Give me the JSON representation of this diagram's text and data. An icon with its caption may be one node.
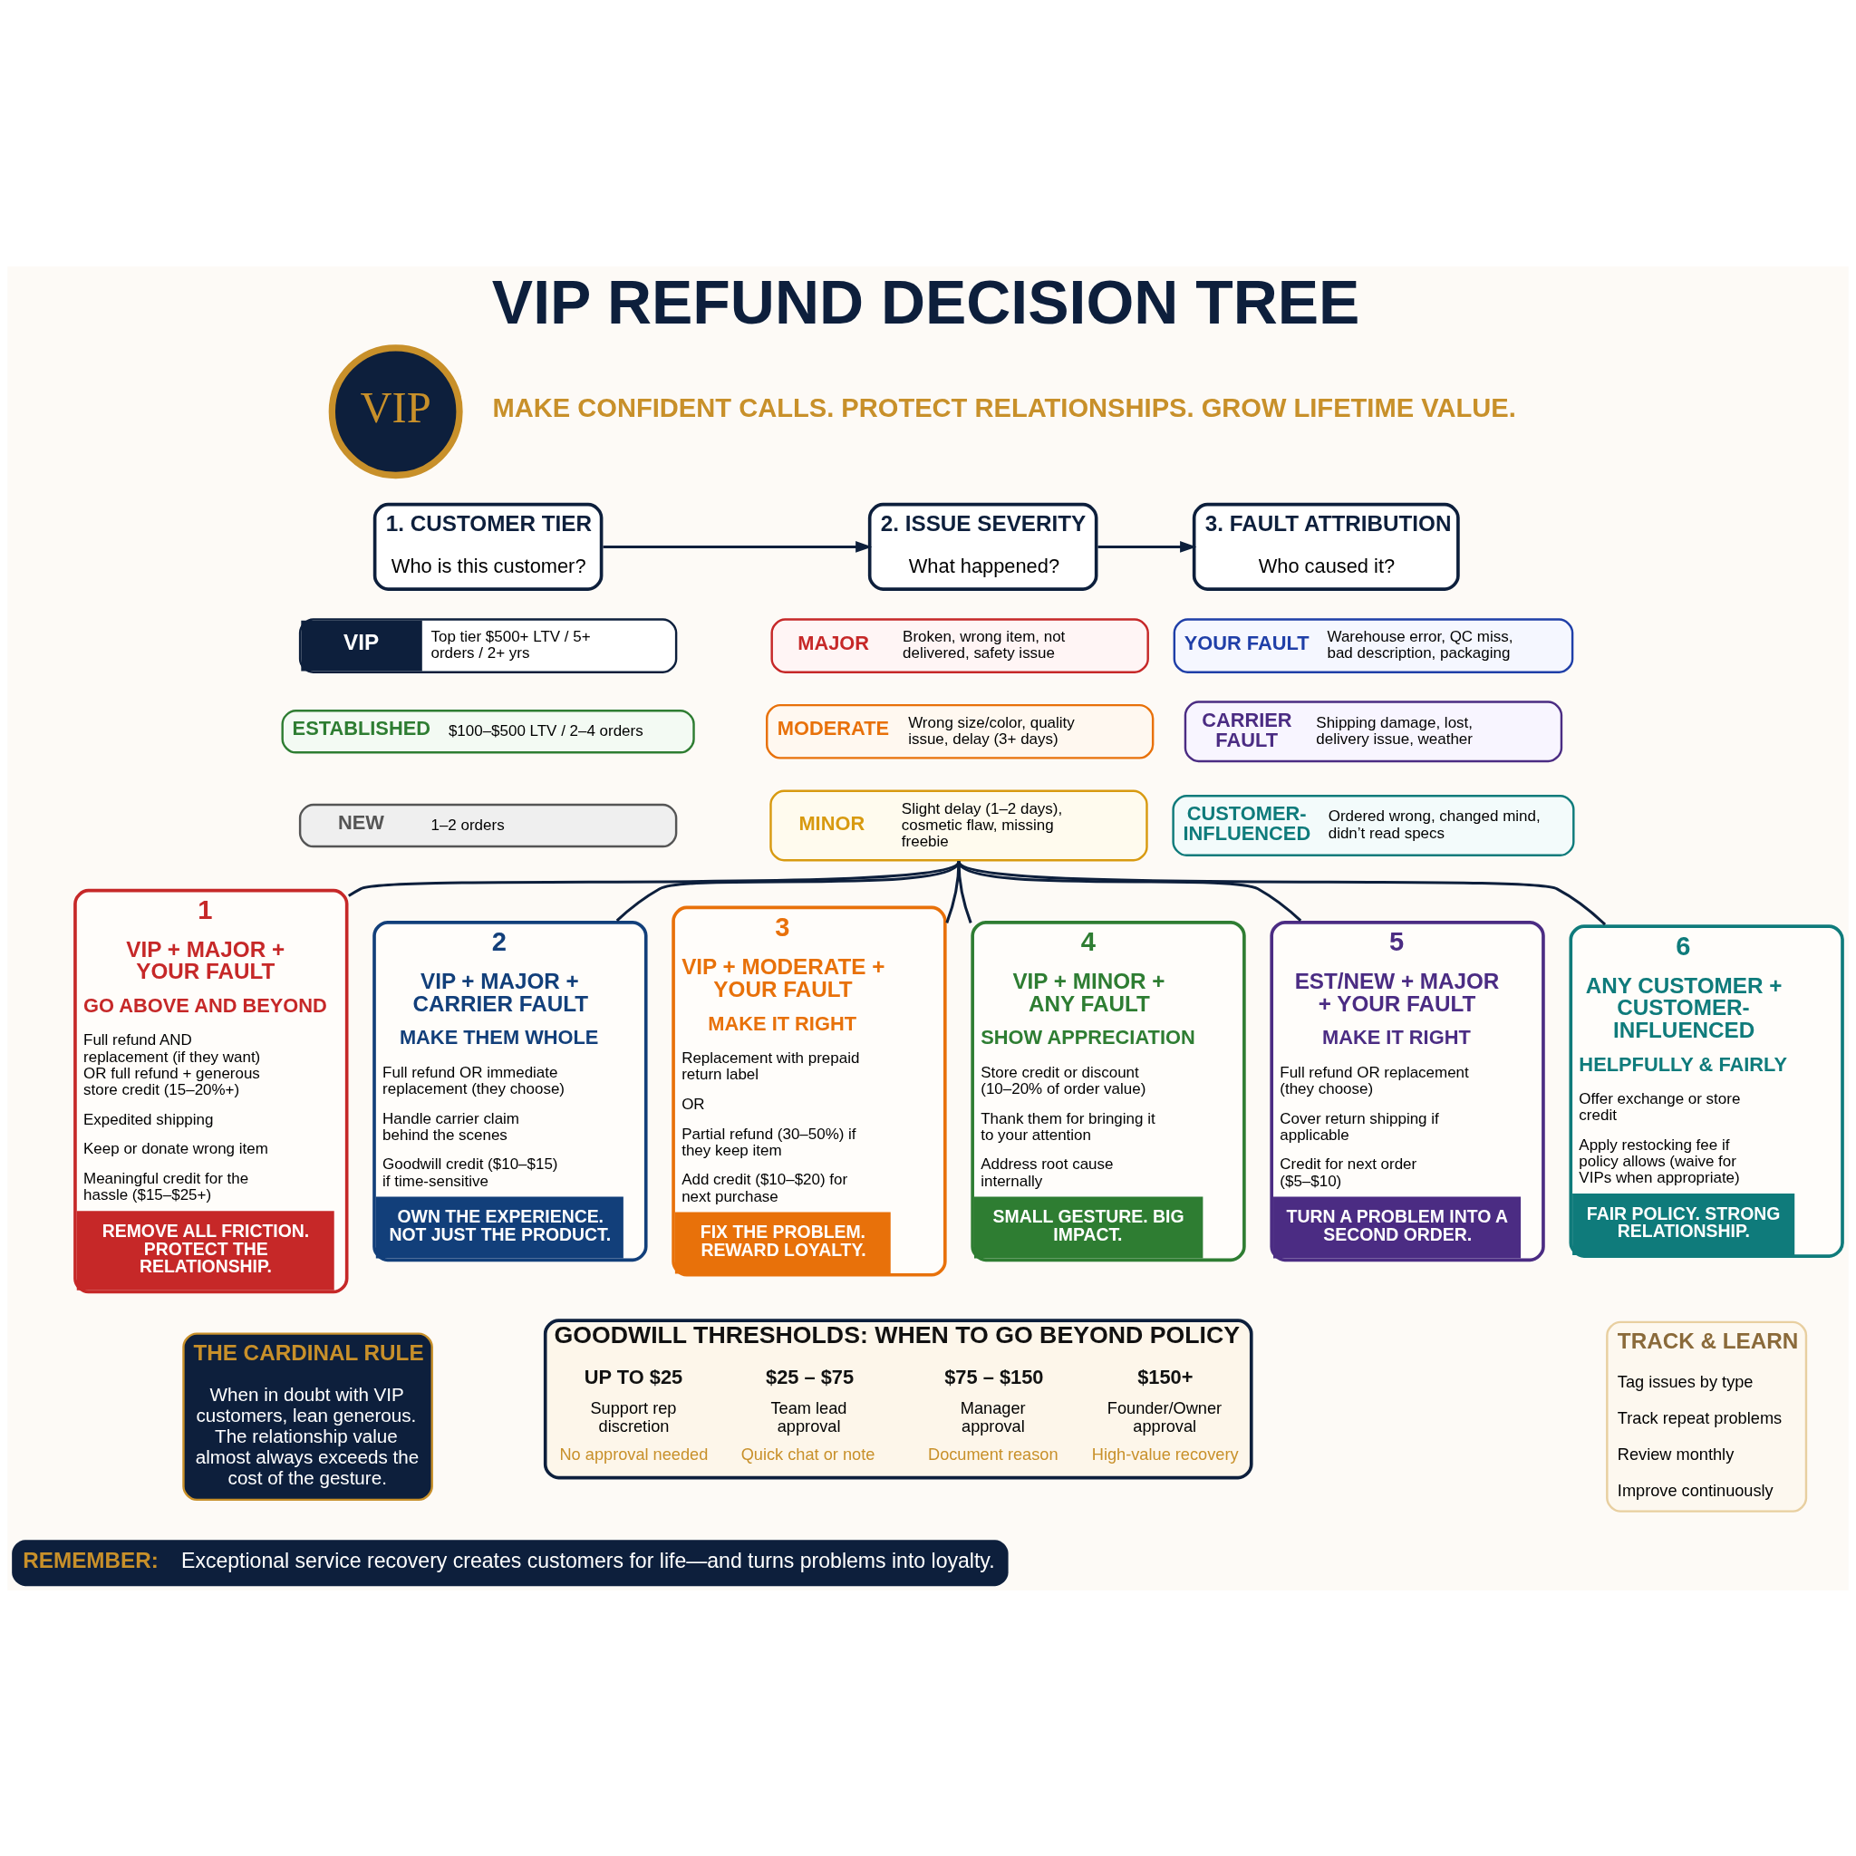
{
  "diagram": {
    "title": "VIP REFUND DECISION TREE",
    "nodes": [
      {
        "text": [
          "1. CUSTOMER TIER",
          "Who is this customer?"
        ]
      },
      {
        "text": [
          "2. ISSUE SEVERITY",
          "What happened?"
        ]
      },
      {
        "text": [
          "3. FAULT ATTRIBUTION",
          "Who caused it?"
        ]
      },
      {
        "text": [
          "VIP",
          "Top tier $500+ LTV / 5+ orders / 2+ yrs"
        ]
      },
      {
        "text": [
          "ESTABLISHED",
          "$100–$500 LTV / 2–4 orders"
        ]
      },
      {
        "text": [
          "NEW",
          "1–2 orders"
        ]
      },
      {
        "text": [
          "MAJOR",
          "Broken, wrong item, not delivered, safety issue"
        ]
      },
      {
        "text": [
          "MODERATE",
          "Wrong size/color, quality issue, delay (3+ days)"
        ]
      },
      {
        "text": [
          "MINOR",
          "Slight delay (1–2 days), cosmetic flaw, missing freebie"
        ]
      },
      {
        "text": [
          "YOUR FAULT",
          "Warehouse error, QC miss, bad description, packaging"
        ]
      },
      {
        "text": [
          "CARRIER FAULT",
          "Shipping damage, lost, delivery issue, weather"
        ]
      },
      {
        "text": [
          "CUSTOMER-INFLUENCED",
          "Ordered wrong, changed mind, didn’t read specs"
        ]
      },
      {
        "text": [
          "1",
          "VIP + MAJOR + YOUR FAULT",
          "GO ABOVE AND BEYOND",
          "Full refund AND replacement (if they want) OR full refund + generous store credit (15–20%+)",
          "Expedited shipping",
          "Keep or donate wrong item",
          "Meaningful credit for the hassle ($15–$25+)",
          "REMOVE ALL FRICTION. PROTECT THE RELATIONSHIP."
        ]
      },
      {
        "text": [
          "2",
          "VIP + MAJOR + CARRIER FAULT",
          "MAKE THEM WHOLE",
          "Full refund OR immediate replacement (they choose)",
          "Handle carrier claim behind the scenes",
          "Goodwill credit ($10–$15) if time-sensitive",
          "OWN THE EXPERIENCE. NOT JUST THE PRODUCT."
        ]
      },
      {
        "text": [
          "3",
          "VIP + MODERATE + YOUR FAULT",
          "MAKE IT RIGHT",
          "Replacement with prepaid return label",
          "OR",
          "Partial refund (30–50%) if they keep item",
          "Add credit ($10–$20) for next purchase",
          "FIX THE PROBLEM. REWARD LOYALTY."
        ]
      },
      {
        "text": [
          "4",
          "VIP + MINOR + ANY FAULT",
          "SHOW APPRECIATION",
          "Store credit or discount (10–20% of order value)",
          "Thank them for bringing it to your attention",
          "Address root cause internally",
          "SMALL GESTURE. BIG IMPACT."
        ]
      },
      {
        "text": [
          "5",
          "EST/NEW + MAJOR + YOUR FAULT",
          "MAKE IT RIGHT",
          "Full refund OR replacement (they choose)",
          "Cover return shipping if applicable",
          "Credit for next order ($5–$10)",
          "TURN A PROBLEM INTO A SECOND ORDER."
        ]
      },
      {
        "text": [
          "6",
          "ANY CUSTOMER + CUSTOMER-INFLUENCED",
          "HELPFULLY & FAIRLY",
          "Offer exchange or store credit",
          "Apply restocking fee if policy allows (waive for VIPs when appropriate)",
          "FAIR POLICY. STRONG RELATIONSHIP."
        ]
      },
      {
        "text": [
          "THE CARDINAL RULE",
          "When in doubt with VIP customers, lean generous. The relationship value almost always exceeds the cost of the gesture."
        ]
      },
      {
        "text": [
          "GOODWILL THRESHOLDS: WHEN TO GO BEYOND POLICY"
        ]
      },
      {
        "text": [
          "UP TO $25",
          "Support rep discretion",
          "No approval needed"
        ],
        "in": 19
      },
      {
        "text": [
          "$25 – $75",
          "Team lead approval",
          "Quick chat or note"
        ],
        "in": 19
      },
      {
        "text": [
          "$75 – $150",
          "Manager approval",
          "Document reason"
        ],
        "in": 19
      },
      {
        "text": [
          "$150+",
          "Founder/Owner approval",
          "High-value recovery"
        ],
        "in": 19
      },
      {
        "text": [
          "TRACK & LEARN",
          "Tag issues by type",
          "Track repeat problems",
          "Review monthly",
          "Improve continuously"
        ]
      },
      {
        "text": [
          "REMEMBER:",
          "Exceptional service recovery creates customers for life—and turns problems into loyalty."
        ]
      }
    ],
    "edges": [
      {
        "from": 0,
        "to": 1,
        "arrow": "to"
      },
      {
        "from": 1,
        "to": 2,
        "arrow": "to"
      },
      {
        "from": 8,
        "to": 12,
        "arrow": "none"
      },
      {
        "from": 8,
        "to": 13,
        "arrow": "none"
      },
      {
        "from": 8,
        "to": 14,
        "arrow": "none"
      },
      {
        "from": 8,
        "to": 15,
        "arrow": "none"
      },
      {
        "from": 8,
        "to": 16,
        "arrow": "none"
      },
      {
        "from": 8,
        "to": 17,
        "arrow": "none"
      }
    ],
    "labels": [
      "VIP",
      "MAKE CONFIDENT CALLS. PROTECT RELATIONSHIPS. GROW LIFETIME VALUE."
    ]
  }
}
